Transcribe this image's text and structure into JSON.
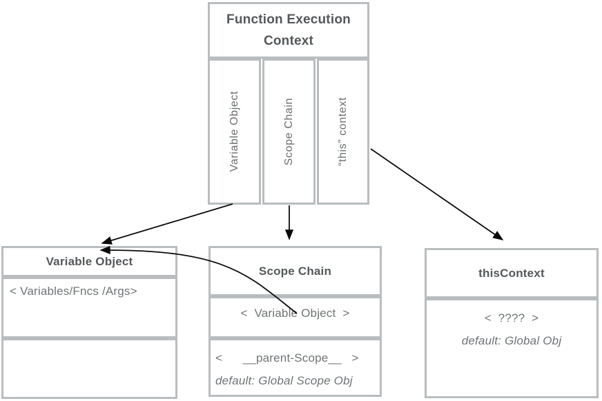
{
  "top_box": {
    "title": "Function Execution Context",
    "columns": [
      {
        "label": "Variable Object"
      },
      {
        "label": "Scope Chain"
      },
      {
        "label": "“this” context"
      }
    ]
  },
  "variable_object_box": {
    "title": "Variable Object",
    "members": "< Variables/Fncs /Args>"
  },
  "scope_chain_box": {
    "title": "Scope Chain",
    "entry1": "<  Variable Object  >",
    "entry2": "<      __parent-Scope__   >",
    "entry2_default": "default: Global Scope Obj"
  },
  "this_context_box": {
    "title": "thisContext",
    "value": "<  ????  >",
    "value_default": "default: Global Obj"
  },
  "colors": {
    "border": "#b9bdbf",
    "heading_text": "#54585a",
    "body_text": "#6f7375",
    "arrow": "#0a0a0a"
  }
}
